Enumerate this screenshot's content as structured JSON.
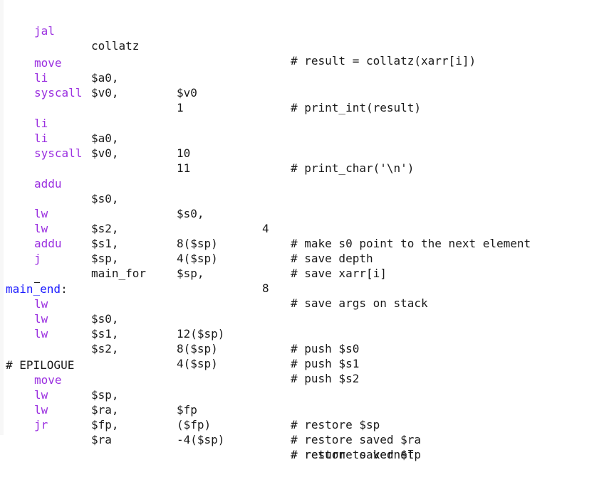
{
  "code": {
    "l1": {
      "op": "jal",
      "a1": "collatz",
      "cm": "# result = collatz(xarr[i])"
    },
    "l2": {
      "op": "move",
      "a1": "$a0,",
      "a2": "$v0",
      "cm": "# print_int(result)"
    },
    "l3": {
      "op": "li",
      "a1": "$v0,",
      "a2": "1"
    },
    "l4": {
      "op": "syscall"
    },
    "l5": {
      "op": "li",
      "a1": "$a0,",
      "a2": "10",
      "cm": "# print_char('\\n')"
    },
    "l6": {
      "op": "li",
      "a1": "$v0,",
      "a2": "11"
    },
    "l7": {
      "op": "syscall"
    },
    "l8": {
      "op": "addu",
      "a1": "$s0,",
      "a2": "$s0,",
      "a3": "4",
      "cm": "# make s0 point to the next element"
    },
    "l9": {
      "op": "lw",
      "a1": "$s2,",
      "a2": "8($sp)",
      "cm": "# save depth"
    },
    "l10": {
      "op": "lw",
      "a1": "$s1,",
      "a2": "4($sp)",
      "cm": "# save xarr[i]"
    },
    "l11": {
      "op": "addu",
      "a1": "$sp,",
      "a2": "$sp,",
      "a3": "8",
      "cm": "# save args on stack"
    },
    "l12": {
      "op": "j",
      "a1": "main_for"
    },
    "label_main_end": {
      "name": "main_end",
      "colon": ":"
    },
    "l13": {
      "op": "lw",
      "a1": "$s0,",
      "a2": "12($sp)",
      "cm": "# push $s0"
    },
    "l14": {
      "op": "lw",
      "a1": "$s1,",
      "a2": "8($sp)",
      "cm": "# push $s1"
    },
    "l15": {
      "op": "lw",
      "a1": "$s2,",
      "a2": "4($sp)",
      "cm": "# push $s2"
    },
    "epilogue_header": "# EPILOGUE",
    "l16": {
      "op": "move",
      "a1": "$sp,",
      "a2": "$fp",
      "cm": "# restore $sp"
    },
    "l17": {
      "op": "lw",
      "a1": "$ra,",
      "a2": "($fp)",
      "cm": "# restore saved $ra"
    },
    "l18": {
      "op": "lw",
      "a1": "$fp,",
      "a2": "-4($sp)",
      "cm": "# restore saved $fp"
    },
    "l19": {
      "op": "jr",
      "a1": "$ra",
      "cm": "# return to kernel"
    }
  },
  "colors": {
    "instruction": "#9b30e0",
    "label": "#1a1aff",
    "text": "#1a1a1a",
    "background": "#ffffff"
  }
}
